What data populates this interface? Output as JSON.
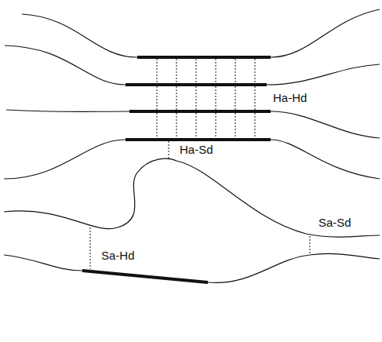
{
  "diagram": {
    "labels": [
      "Ha-Hd",
      "Ha-Sd",
      "Sa-Hd",
      "Sa-Sd"
    ]
  }
}
